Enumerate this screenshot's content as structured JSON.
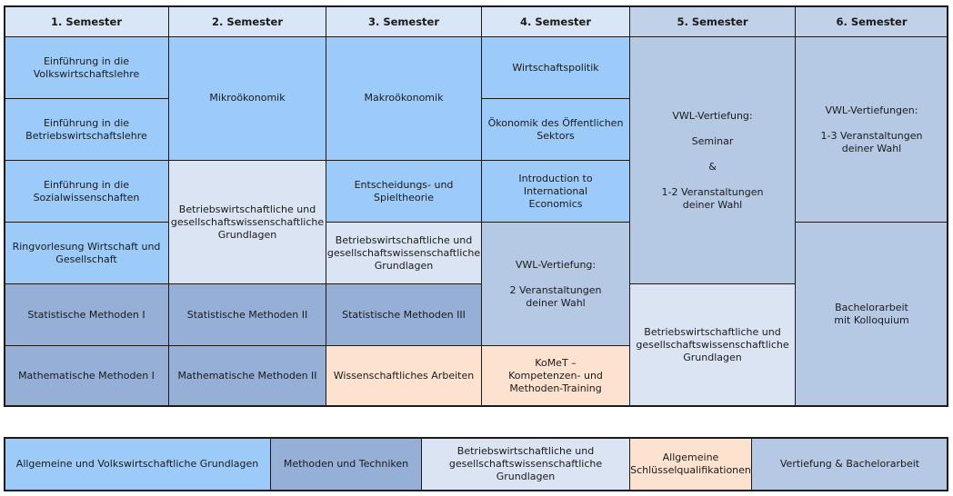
{
  "headers": [
    "1. Semester",
    "2. Semester",
    "3. Semester",
    "4. Semester",
    "5. Semester",
    "6. Semester"
  ],
  "courses": {
    "s1_vwl": "Einführung in die\nVolkswirtschaftslehre",
    "s1_bwl": "Einführung in die\nBetriebswirtschaftslehre",
    "s1_sozial": "Einführung in die\nSozialwissenschaften",
    "s1_ringvorlesung": "Ringvorlesung Wirtschaft und\nGesellschaft",
    "s1_statistik": "Statistische Methoden I",
    "s1_mathe": "Mathematische Methoden I",
    "s2_mikro": "Mikroökonomik",
    "s2_bwl_grundlagen": "Betriebswirtschaftliche und\ngesellschaftswissenschaftliche\nGrundlagen",
    "s2_statistik": "Statistische Methoden II",
    "s2_mathe": "Mathematische Methoden II",
    "s3_makro": "Makroökonomik",
    "s3_spieltheorie": "Entscheidungs- und\nSpieltheorie",
    "s3_bwl_grundlagen": "Betriebswirtschaftliche und\ngesellschaftswissenschaftliche\nGrundlagen",
    "s3_statistik": "Statistische Methoden III",
    "s3_wiss_arbeiten": "Wissenschaftliches Arbeiten",
    "s4_wipo": "Wirtschaftspolitik",
    "s4_oeff_sektor": "Ökonomik des Öffentlichen\nSektors",
    "s4_intl_econ": "Introduction to International\nEconomics",
    "s4_vertiefung": "VWL-Vertiefung:\n\n2 Veranstaltungen\ndeiner Wahl",
    "s4_komet": "KoMeT –\nKompetenzen- und\nMethoden-Training",
    "s5_vertiefung": "VWL-Vertiefung:\n\nSeminar\n\n&\n\n1-2 Veranstaltungen\ndeiner Wahl",
    "s5_bwl_grundlagen": "Betriebswirtschaftliche und\ngesellschaftswissenschaftliche\nGrundlagen",
    "s6_vertiefungen": "VWL-Vertiefungen:\n\n1-3 Veranstaltungen\ndeiner Wahl",
    "s6_bachelorarbeit": "Bachelorarbeit\nmit Kolloquium"
  },
  "legend": [
    "Allgemeine und Volkswirtschaftliche Grundlagen",
    "Methoden und Techniken",
    "Betriebswirtschaftliche und\ngesellschaftswissenschaftliche\nGrundlagen",
    "Allgemeine\nSchlüsselqualifikationen",
    "Vertiefung & Bachelorarbeit"
  ],
  "colors": {
    "grundlagen": "#9dcbf9",
    "methoden": "#95afd6",
    "bwl_gesellschaft": "#dbe4f2",
    "schluesselqualifikationen": "#fde2cf",
    "vertiefung": "#b6c9e4"
  }
}
